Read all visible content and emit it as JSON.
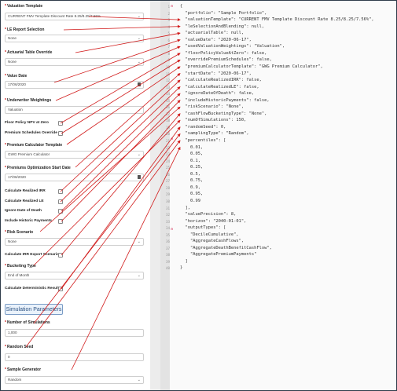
{
  "form": {
    "valuation_template": {
      "label": "Valuation Template",
      "value": "CURRENT FMV Template Discount Rate 8.25/8.25/7.56%"
    },
    "le_report_selection": {
      "label": "LE Report Selection",
      "value": "None"
    },
    "actuarial_table_override": {
      "label": "Actuarial Table Override",
      "value": "None"
    },
    "value_date": {
      "label": "Value Date",
      "value": "17/06/2020"
    },
    "underwriter_weightings": {
      "label": "Underwriter Weightings",
      "value": "Valuation"
    },
    "floor_policy_npv_at_zero": {
      "label": "Floor Policy NPV at Zero"
    },
    "premium_schedules_override": {
      "label": "Premium Schedules Override"
    },
    "premium_calculator_template": {
      "label": "Premium Calculator Template",
      "value": "GWG Premium Calculator"
    },
    "premiums_optimization_start_date": {
      "label": "Premiums Optimization Start Date",
      "value": "17/06/2020"
    },
    "calculate_realized_irr": {
      "label": "Calculate Realized IRR"
    },
    "calculate_realized_le": {
      "label": "Calculate Realized LE"
    },
    "ignore_date_of_death": {
      "label": "Ignore Date of Death"
    },
    "include_historic_payments": {
      "label": "Include Historic Payments"
    },
    "risk_scenario": {
      "label": "Risk Scenario",
      "value": "None"
    },
    "calculate_irr_export_scenarios": {
      "label": "Calculate IRR Export Scenarios"
    },
    "bucketing_type": {
      "label": "Bucketing Type",
      "value": "End of Month"
    },
    "calculate_deterministic_results": {
      "label": "Calculate Deterministic Results"
    },
    "simulation_parameters_button": "Simulation Parameters",
    "number_of_simulations": {
      "label": "Number of Simulations",
      "value": "1,000"
    },
    "random_seed": {
      "label": "Random Seed",
      "value": "0"
    },
    "sample_generator": {
      "label": "Sample Generator",
      "value": "Random"
    },
    "required_marker": "*"
  },
  "editor": {
    "line_numbers": [
      "1",
      "2",
      "3",
      "4",
      "5",
      "6",
      "7",
      "8",
      "9",
      "10",
      "11",
      "12",
      "13",
      "14",
      "15",
      "16",
      "17",
      "18",
      "19",
      "20",
      "21",
      "22",
      "23",
      "24",
      "25",
      "26",
      "27",
      "28",
      "29",
      "30",
      "31",
      "32",
      "33",
      "34",
      "35",
      "36",
      "37",
      "38",
      "39",
      "40"
    ],
    "lines": [
      "{",
      "  \"portfolio\": \"Sample Portfolio\",",
      "  \"valuationTemplate\": \"CURRENT FMV Template Discount Rate 8.25/8.25/7.56%\",",
      "  \"leSelectionAndBlending\": null,",
      "  \"actuarialTable\": null,",
      "  \"valueDate\": \"2020-06-17\",",
      "  \"usedValuationWeightings\": \"Valuation\",",
      "  \"floorPolicyValueAtZero\": false,",
      "  \"overridePremiumSchedules\": false,",
      "  \"premiumCalculatorTemplate\": \"GWG Premium Calculator\",",
      "  \"startDate\": \"2020-06-17\",",
      "  \"calculateRealizedIRR\": false,",
      "  \"calculateRealizedLE\": false,",
      "  \"ignoreDateOfDeath\": false,",
      "  \"includeHistoricPayments\": false,",
      "  \"riskScenario\": \"None\",",
      "  \"cashFlowBucketingType\": \"None\",",
      "  \"numOfSimulations\": 150,",
      "  \"randomSeed\": 0,",
      "  \"samplingType\": \"Random\",",
      "  \"percentiles\": [",
      "    0.01,",
      "    0.05,",
      "    0.1,",
      "    0.25,",
      "    0.5,",
      "    0.75,",
      "    0.9,",
      "    0.95,",
      "    0.99",
      "  ],",
      "  \"valuePrecision\": 8,",
      "  \"horizon\": \"2040-01-01\",",
      "  \"outputTypes\": [",
      "    \"DecileCumulative\",",
      "    \"AggregateCashFlows\",",
      "    \"AggregateDeathBenefitCashFlow\",",
      "    \"AggregatePremiumPayments\"",
      "  ]",
      "}"
    ]
  },
  "colors": {
    "arrow": "#d11a1a",
    "border": "#2f3c4a",
    "button_border": "#7a9cc6"
  }
}
